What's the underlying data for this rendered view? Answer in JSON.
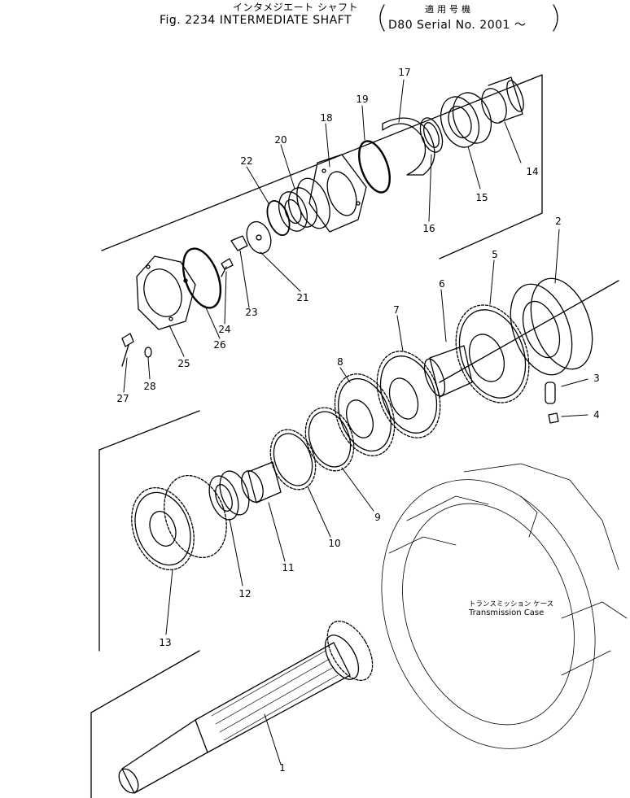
{
  "header": {
    "title_katakana": "インタメジエート シャフト",
    "figure_caption": "Fig. 2234 INTERMEDIATE SHAFT",
    "applicable_label": "適用号機",
    "serial_text": "D80 Serial  No. 2001 ～"
  },
  "transmission_case": {
    "label_jp": "トランスミッション ケース",
    "label_en": "Transmission Case"
  },
  "parts": {
    "p1": "1",
    "p2": "2",
    "p3": "3",
    "p4": "4",
    "p5": "5",
    "p6": "6",
    "p7": "7",
    "p8": "8",
    "p9": "9",
    "p10": "10",
    "p11": "11",
    "p12": "12",
    "p13": "13",
    "p14": "14",
    "p15": "15",
    "p16": "16",
    "p17": "17",
    "p18": "18",
    "p19": "19",
    "p20": "20",
    "p21": "21",
    "p22": "22",
    "p23": "23",
    "p24": "24",
    "p25": "25",
    "p26": "26",
    "p27": "27",
    "p28": "28"
  }
}
